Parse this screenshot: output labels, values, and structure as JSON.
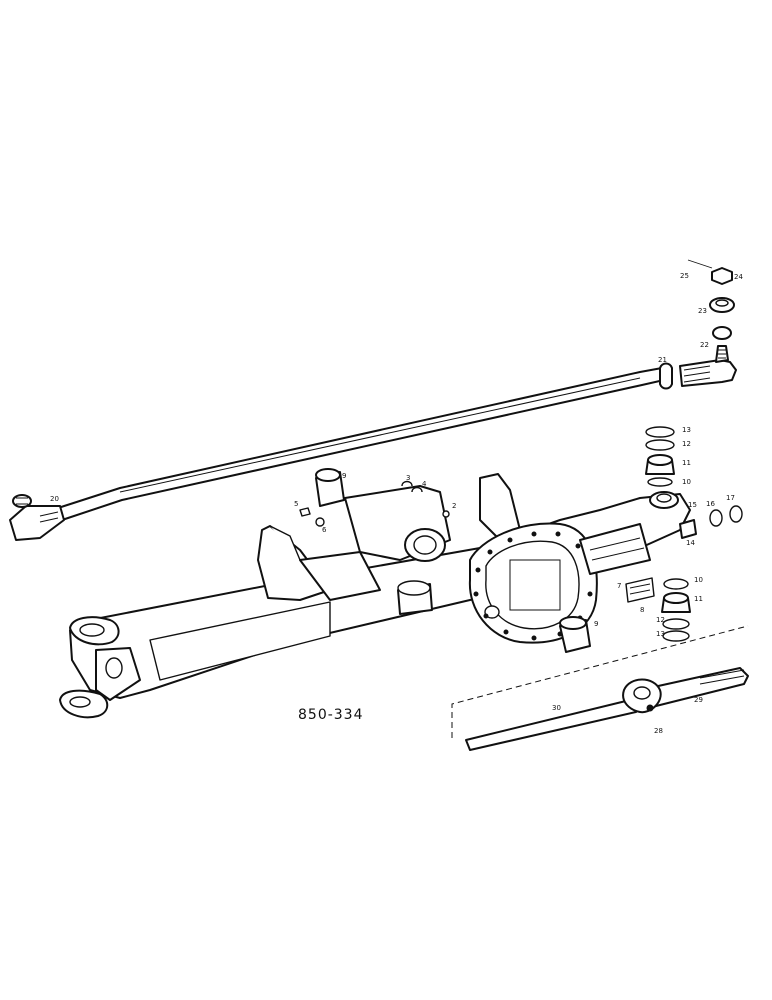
{
  "drawing": {
    "reference_code": "850-334",
    "callouts": [
      {
        "id": "c1",
        "label": "25"
      },
      {
        "id": "c2",
        "label": "24"
      },
      {
        "id": "c3",
        "label": "23"
      },
      {
        "id": "c4",
        "label": "22"
      },
      {
        "id": "c5",
        "label": "21"
      },
      {
        "id": "c6",
        "label": "20"
      },
      {
        "id": "c7",
        "label": "13"
      },
      {
        "id": "c8",
        "label": "12"
      },
      {
        "id": "c9",
        "label": "11"
      },
      {
        "id": "c10",
        "label": "10"
      },
      {
        "id": "c11",
        "label": "14"
      },
      {
        "id": "c12",
        "label": "15"
      },
      {
        "id": "c13",
        "label": "16"
      },
      {
        "id": "c14",
        "label": "17"
      },
      {
        "id": "c15",
        "label": "9"
      },
      {
        "id": "c16",
        "label": "3"
      },
      {
        "id": "c17",
        "label": "4"
      },
      {
        "id": "c18",
        "label": "2"
      },
      {
        "id": "c19",
        "label": "5"
      },
      {
        "id": "c20",
        "label": "6"
      },
      {
        "id": "c21",
        "label": "7"
      },
      {
        "id": "c22",
        "label": "8"
      },
      {
        "id": "c23",
        "label": "10"
      },
      {
        "id": "c24",
        "label": "11"
      },
      {
        "id": "c25",
        "label": "12"
      },
      {
        "id": "c26",
        "label": "13"
      },
      {
        "id": "c27",
        "label": "9"
      },
      {
        "id": "c28",
        "label": "30"
      },
      {
        "id": "c29",
        "label": "29"
      },
      {
        "id": "c30",
        "label": "28"
      }
    ]
  }
}
